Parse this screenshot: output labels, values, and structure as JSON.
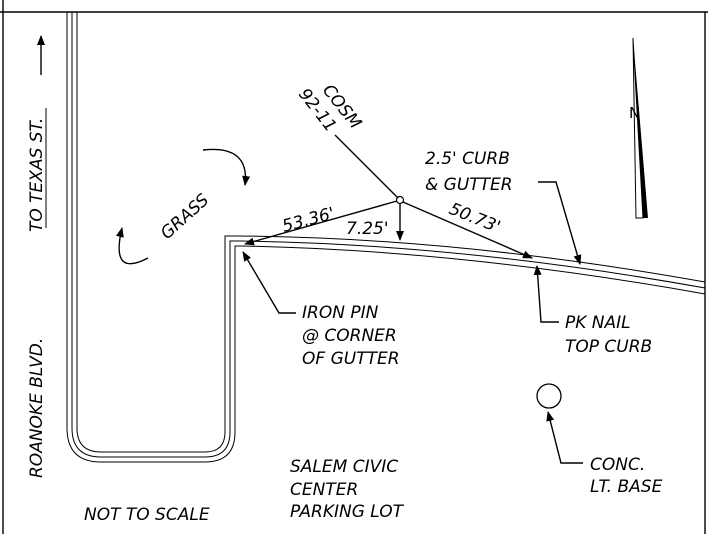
{
  "labels": {
    "to_texas_st": "TO TEXAS ST.",
    "roanoke_blvd": "ROANOKE BLVD.",
    "grass": "GRASS",
    "cosm_line1": "COSM",
    "cosm_line2": "92-11",
    "curb_line1": "2.5' CURB",
    "curb_line2": "& GUTTER",
    "north": "N",
    "dist_53": "53.36'",
    "dist_7": "7.25'",
    "dist_50": "50.73'",
    "iron_pin_line1": "IRON PIN",
    "iron_pin_line2": "@ CORNER",
    "iron_pin_line3": "OF GUTTER",
    "pk_nail_line1": "PK NAIL",
    "pk_nail_line2": "TOP CURB",
    "salem_line1": "SALEM CIVIC",
    "salem_line2": "CENTER",
    "salem_line3": "PARKING LOT",
    "conc_line1": "CONC.",
    "conc_line2": "LT. BASE",
    "not_to_scale": "NOT TO SCALE"
  }
}
